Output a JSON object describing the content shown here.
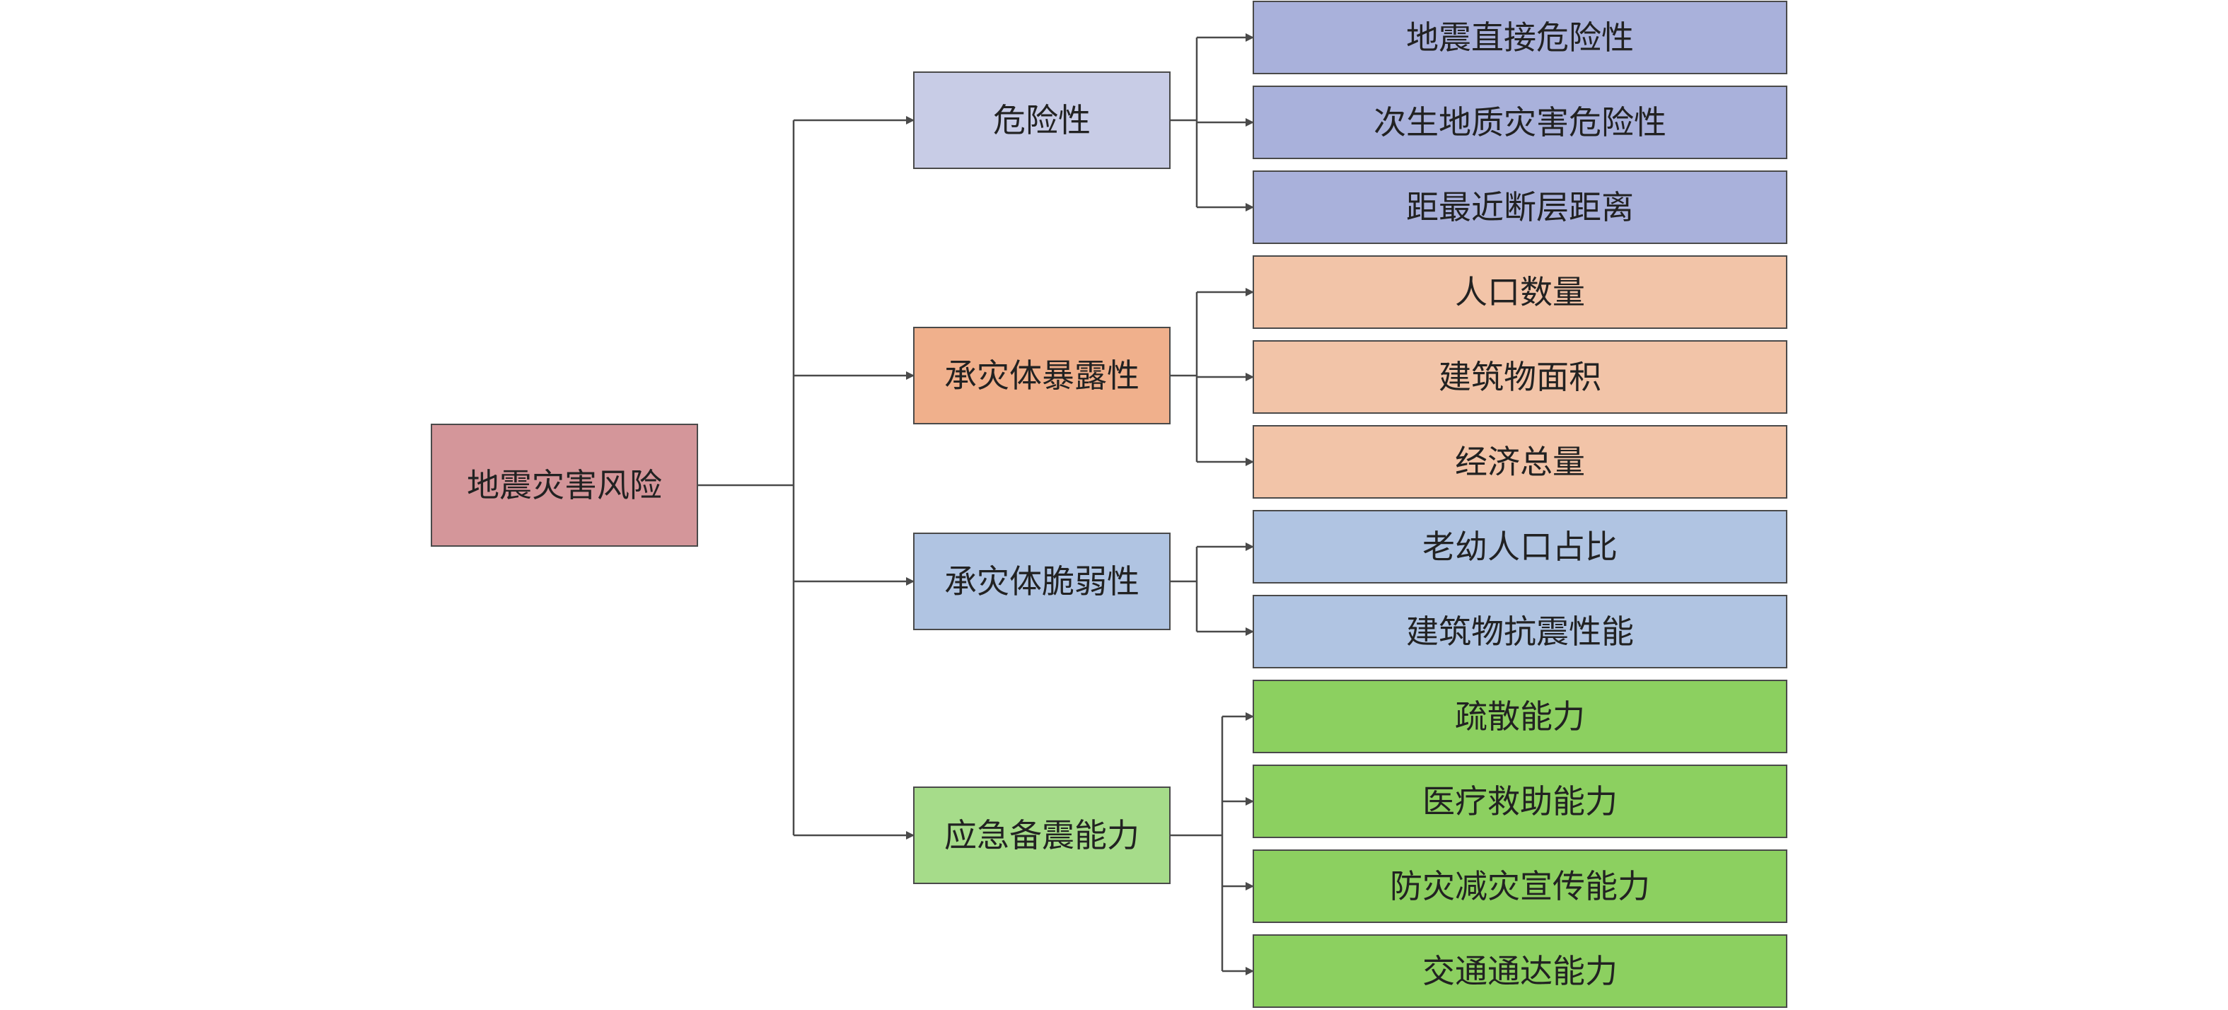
{
  "root": {
    "label": "地震灾害风险",
    "color": "#d4969a"
  },
  "categories": [
    {
      "label": "危险性",
      "color": "#c8cce6",
      "leaf_color": "#a9b1db",
      "children": [
        "地震直接危险性",
        "次生地质灾害危险性",
        "距最近断层距离"
      ]
    },
    {
      "label": "承灾体暴露性",
      "color": "#f0b08c",
      "leaf_color": "#f2c4a8",
      "children": [
        "人口数量",
        "建筑物面积",
        "经济总量"
      ]
    },
    {
      "label": "承灾体脆弱性",
      "color": "#b0c4e2",
      "leaf_color": "#b0c4e2",
      "children": [
        "老幼人口占比",
        "建筑物抗震性能"
      ]
    },
    {
      "label": "应急备震能力",
      "color": "#a6dc8a",
      "leaf_color": "#8cd060",
      "children": [
        "疏散能力",
        "医疗救助能力",
        "防灾减灾宣传能力",
        "交通通达能力"
      ]
    }
  ]
}
